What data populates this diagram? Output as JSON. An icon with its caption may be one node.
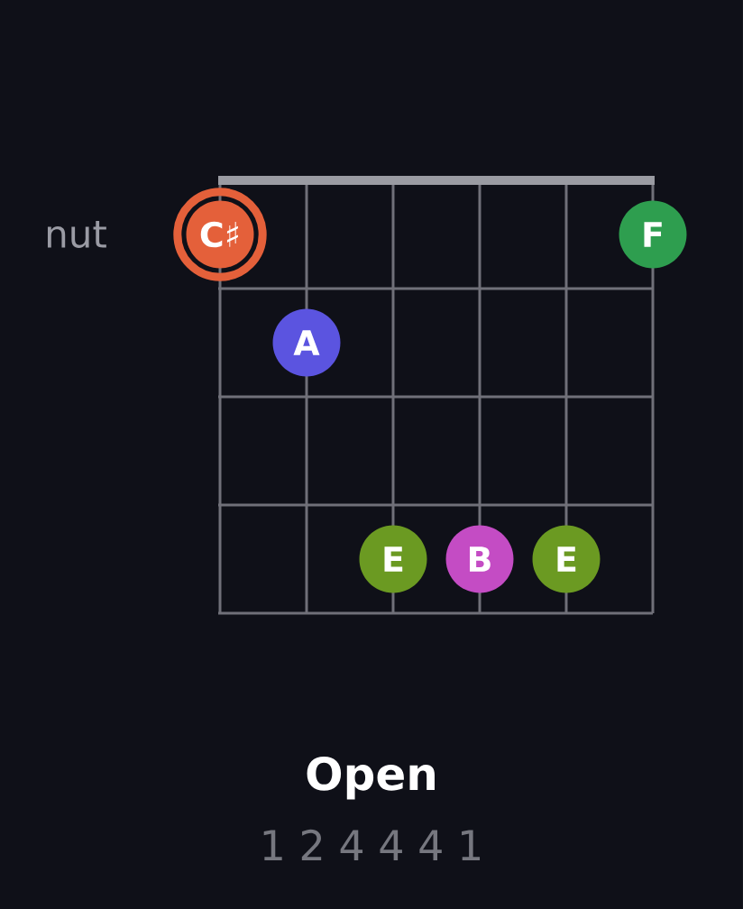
{
  "diagram": {
    "title": "Open",
    "nodes": [
      {
        "text": [
          "C♯"
        ]
      },
      {
        "text": [
          "F"
        ]
      },
      {
        "text": [
          "A"
        ]
      },
      {
        "text": [
          "E"
        ]
      },
      {
        "text": [
          "B"
        ]
      },
      {
        "text": [
          "E"
        ]
      }
    ],
    "labels": [
      "nut",
      "1 2 4 4 4 1"
    ]
  }
}
